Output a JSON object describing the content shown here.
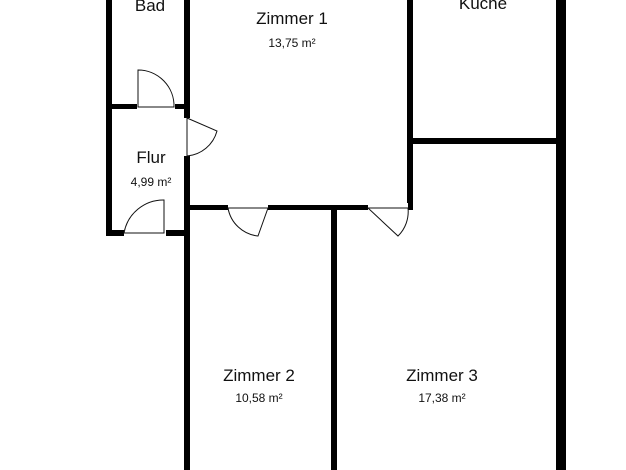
{
  "floor_plan": {
    "colors": {
      "wall": "#000000",
      "background": "#ffffff",
      "text": "#111111"
    },
    "rooms": [
      {
        "id": "bad",
        "name": "Bad",
        "area": ""
      },
      {
        "id": "zimmer1",
        "name": "Zimmer 1",
        "area": "13,75 m²"
      },
      {
        "id": "kueche",
        "name": "Küche",
        "area": ""
      },
      {
        "id": "flur",
        "name": "Flur",
        "area": "4,99 m²"
      },
      {
        "id": "zimmer2",
        "name": "Zimmer 2",
        "area": "10,58 m²"
      },
      {
        "id": "zimmer3",
        "name": "Zimmer 3",
        "area": "17,38 m²"
      }
    ]
  }
}
